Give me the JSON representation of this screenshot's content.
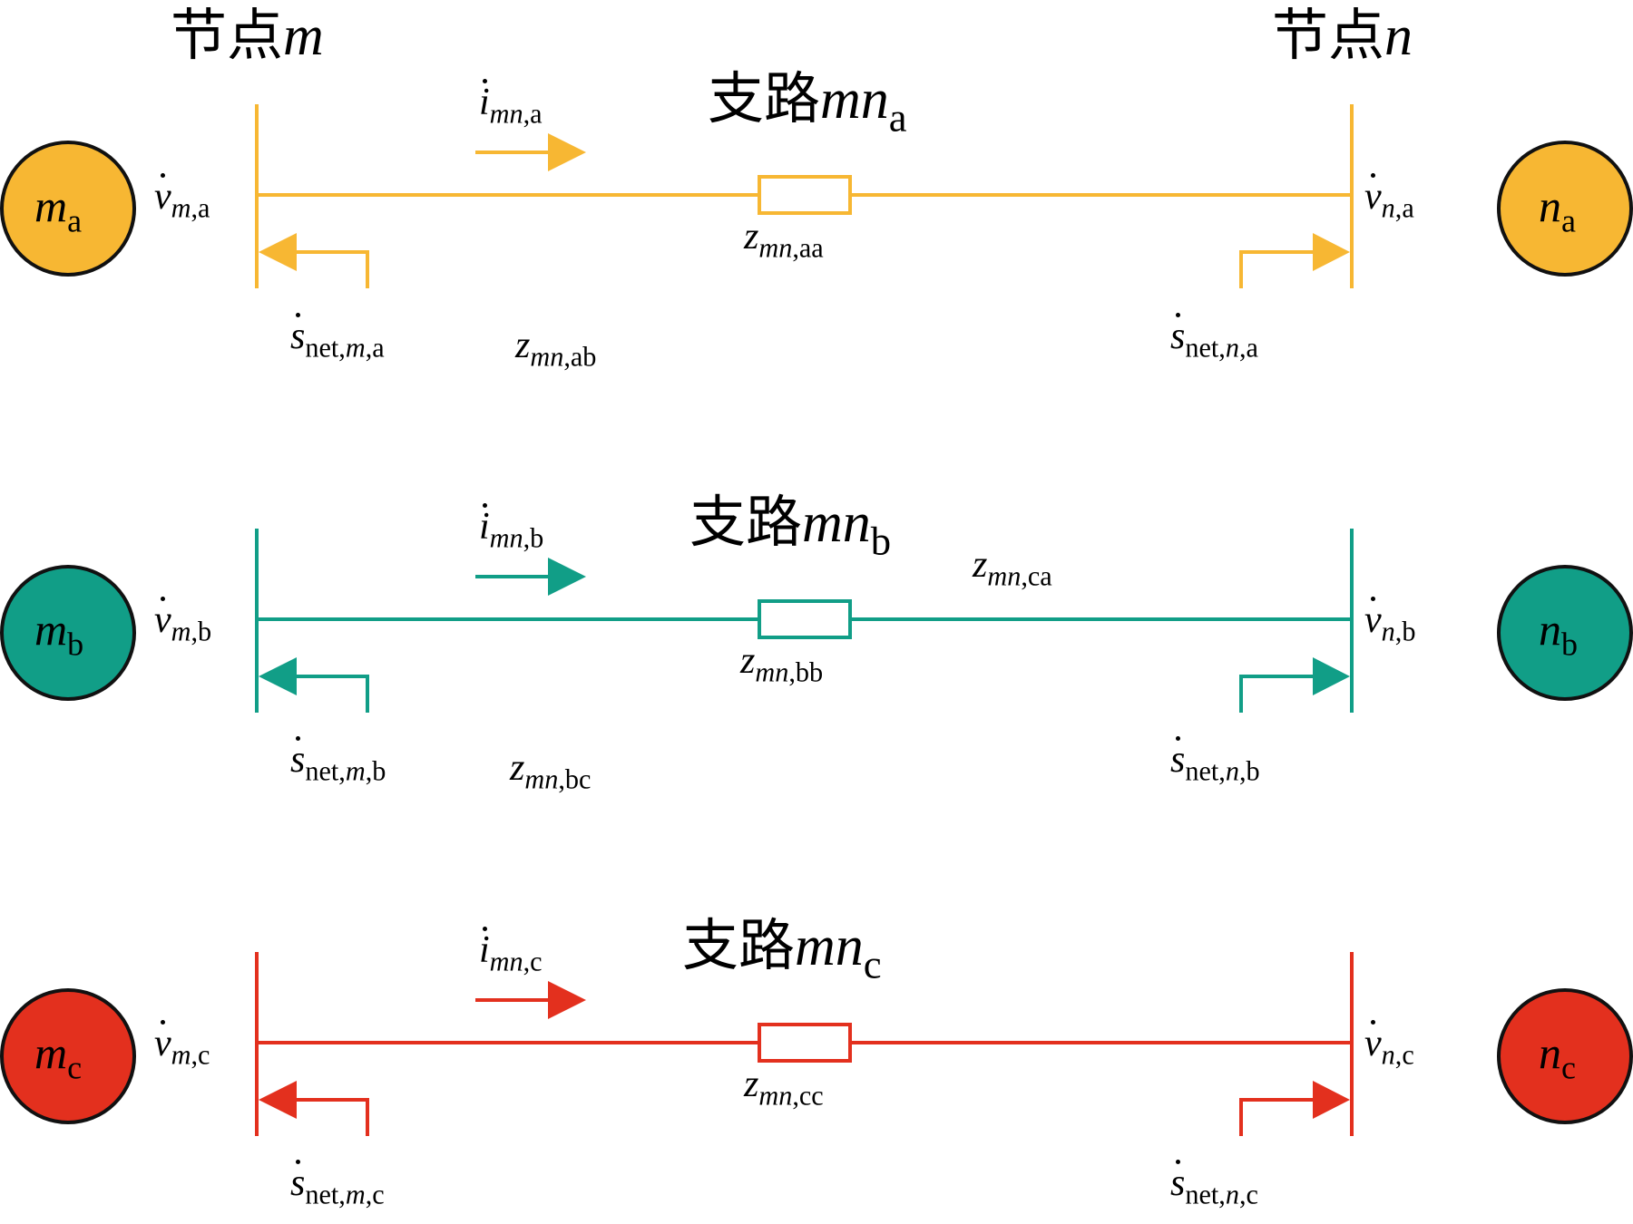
{
  "title": "Three-phase branch mn equivalent diagram",
  "colors": {
    "phase_a": "#F7B733",
    "phase_b": "#119E87",
    "phase_c": "#E3301E",
    "outline": "#111111",
    "text": "#000000"
  },
  "node_m": {
    "prefix": "节点",
    "symbol": "m"
  },
  "node_n": {
    "prefix": "节点",
    "symbol": "n"
  },
  "phases": [
    {
      "id": "a",
      "branch": {
        "prefix": "支路",
        "symbol": "mn",
        "sub": "a"
      },
      "circle_m": {
        "symbol": "m",
        "sub": "a"
      },
      "circle_n": {
        "symbol": "n",
        "sub": "a"
      },
      "current": {
        "symbol": "i",
        "sub_it": "mn",
        "sub": ",a"
      },
      "v_m": {
        "symbol": "v",
        "sub_it": "m",
        "sub": ",a"
      },
      "v_n": {
        "symbol": "v",
        "sub_it": "n",
        "sub": ",a"
      },
      "z_self": {
        "symbol": "z",
        "sub_it": "mn",
        "sub": ",aa"
      },
      "s_m": {
        "symbol": "s",
        "sub_pre": "net,",
        "sub_it": "m",
        "sub": ",a"
      },
      "s_n": {
        "symbol": "s",
        "sub_pre": "net,",
        "sub_it": "n",
        "sub": ",a"
      },
      "z_mutual": {
        "symbol": "z",
        "sub_it": "mn",
        "sub": ",ab"
      }
    },
    {
      "id": "b",
      "branch": {
        "prefix": "支路",
        "symbol": "mn",
        "sub": "b"
      },
      "circle_m": {
        "symbol": "m",
        "sub": "b"
      },
      "circle_n": {
        "symbol": "n",
        "sub": "b"
      },
      "current": {
        "symbol": "i",
        "sub_it": "mn",
        "sub": ",b"
      },
      "v_m": {
        "symbol": "v",
        "sub_it": "m",
        "sub": ",b"
      },
      "v_n": {
        "symbol": "v",
        "sub_it": "n",
        "sub": ",b"
      },
      "z_self": {
        "symbol": "z",
        "sub_it": "mn",
        "sub": ",bb"
      },
      "s_m": {
        "symbol": "s",
        "sub_pre": "net,",
        "sub_it": "m",
        "sub": ",b"
      },
      "s_n": {
        "symbol": "s",
        "sub_pre": "net,",
        "sub_it": "n",
        "sub": ",b"
      },
      "z_mutual": {
        "symbol": "z",
        "sub_it": "mn",
        "sub": ",bc"
      },
      "z_mutual_2": {
        "symbol": "z",
        "sub_it": "mn",
        "sub": ",ca"
      }
    },
    {
      "id": "c",
      "branch": {
        "prefix": "支路",
        "symbol": "mn",
        "sub": "c"
      },
      "circle_m": {
        "symbol": "m",
        "sub": "c"
      },
      "circle_n": {
        "symbol": "n",
        "sub": "c"
      },
      "current": {
        "symbol": "i",
        "sub_it": "mn",
        "sub": ",c"
      },
      "v_m": {
        "symbol": "v",
        "sub_it": "m",
        "sub": ",c"
      },
      "v_n": {
        "symbol": "v",
        "sub_it": "n",
        "sub": ",c"
      },
      "z_self": {
        "symbol": "z",
        "sub_it": "mn",
        "sub": ",cc"
      },
      "s_m": {
        "symbol": "s",
        "sub_pre": "net,",
        "sub_it": "m",
        "sub": ",c"
      },
      "s_n": {
        "symbol": "s",
        "sub_pre": "net,",
        "sub_it": "n",
        "sub": ",c"
      }
    }
  ]
}
